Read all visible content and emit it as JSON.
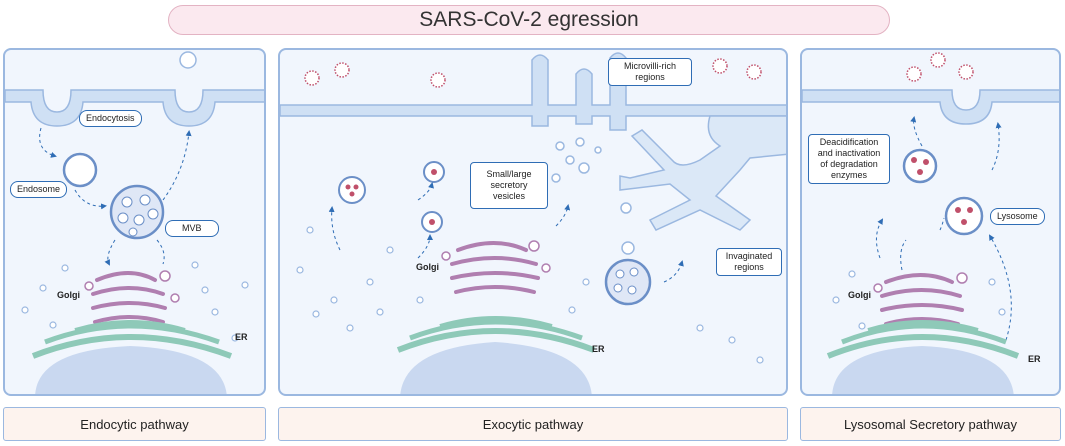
{
  "title": "SARS-CoV-2 egression",
  "panels": {
    "endocytic": {
      "caption": "Endocytic pathway",
      "labels": {
        "endocytosis": "Endocytosis",
        "endosome": "Endosome",
        "mvb": "MVB",
        "golgi": "Golgi",
        "er": "ER"
      }
    },
    "exocytic": {
      "caption": "Exocytic pathway",
      "labels": {
        "microvilli": "Microvilli-rich regions",
        "secretory": "Small/large secretory vesicles",
        "invaginated": "Invaginated regions",
        "golgi": "Golgi",
        "er": "ER"
      }
    },
    "lysosomal": {
      "caption": "Lysosomal Secretory pathway",
      "labels": {
        "deacidification": "Deacidification and inactivation of degradation enzymes",
        "lysosome": "Lysosome",
        "golgi": "Golgi",
        "er": "ER"
      }
    }
  },
  "colors": {
    "membrane": "#b9d3ee",
    "golgi": "#b07fb0",
    "er": "#8ec9b8",
    "nucleus": "#c9d8f0",
    "virus": "#c0506a",
    "label_border": "#2f6db5"
  },
  "icons": [
    "virus-icon",
    "vesicle-icon",
    "mvb-icon",
    "golgi-icon",
    "er-icon",
    "dashed-arrow-icon"
  ]
}
